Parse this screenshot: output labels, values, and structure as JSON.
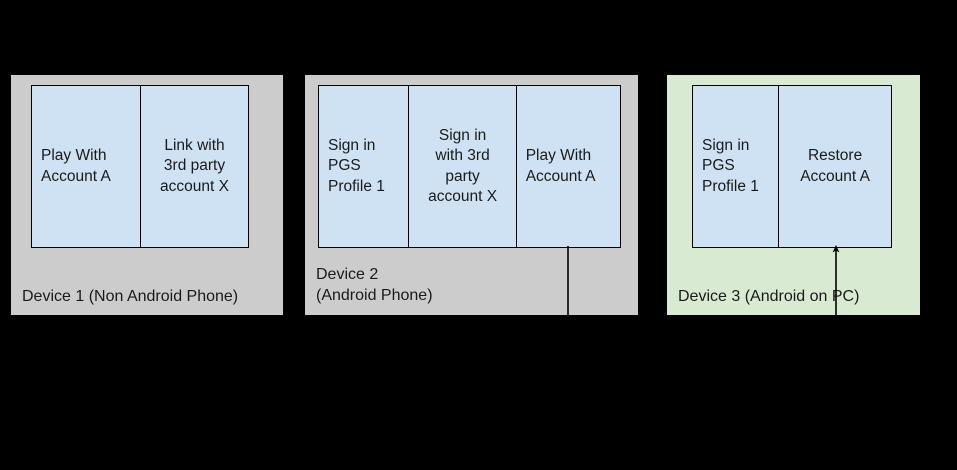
{
  "diagram": {
    "background_color": "#000000",
    "groups": [
      {
        "id": "device-1",
        "caption": "Device 1 (Non Android Phone)",
        "container_color": "#cccccc",
        "box_fill": "#cfe2f3",
        "boxes": [
          {
            "label": "Play With\nAccount A",
            "align": "left"
          },
          {
            "label": "Link with\n3rd party\naccount X",
            "align": "center"
          }
        ]
      },
      {
        "id": "device-2",
        "caption": "Device 2\n(Android Phone)",
        "container_color": "#cccccc",
        "box_fill": "#cfe2f3",
        "boxes": [
          {
            "label": "Sign in\nPGS\nProfile 1",
            "align": "left"
          },
          {
            "label": "Sign in\nwith 3rd\nparty\naccount X",
            "align": "center"
          },
          {
            "label": "Play With\nAccount A",
            "align": "left"
          }
        ]
      },
      {
        "id": "device-3",
        "caption": "Device 3 (Android on PC)",
        "container_color": "#d9ead3",
        "box_fill": "#cfe2f3",
        "boxes": [
          {
            "label": "Sign in\nPGS\nProfile 1",
            "align": "left"
          },
          {
            "label": "Restore\nAccount A",
            "align": "center"
          }
        ]
      }
    ],
    "connectors": [
      {
        "id": "connector-device2",
        "from": "device-2-play-with-account-a",
        "arrowhead": false,
        "stroke": "#000000"
      },
      {
        "id": "connector-device3",
        "to": "device-3-restore-account-a",
        "arrowhead": true,
        "stroke": "#000000"
      }
    ]
  }
}
